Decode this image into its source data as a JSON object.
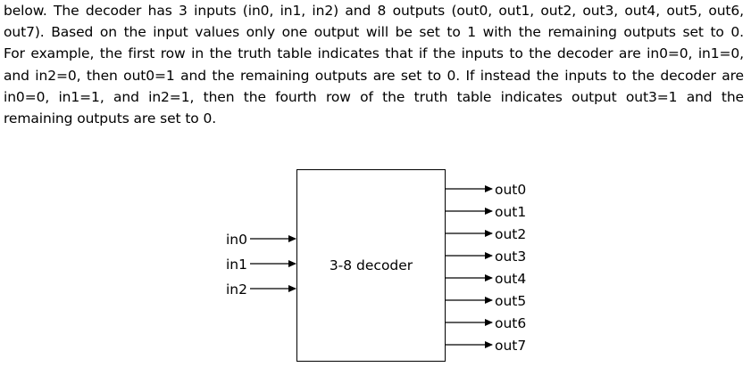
{
  "paragraph": {
    "lines": [
      "below. The decoder has 3 inputs (in0, in1, in2) and 8 outputs (out0, out1, out2, out3, out4, out5, out6,",
      "out7). Based on the input values only one output will be set to 1 with the remaining outputs set to 0.",
      "For example, the first row in the truth table indicates that if the inputs to the decoder are in0=0, in1=0,",
      "and in2=0, then out0=1 and the remaining outputs are set to 0. If instead the inputs to the decoder are",
      "in0=0, in1=1, and in2=1, then the fourth row of the truth table indicates output out3=1 and the",
      "remaining outputs are set to 0."
    ]
  },
  "diagram": {
    "block_label": "3-8 decoder",
    "inputs": [
      "in0",
      "in1",
      "in2"
    ],
    "outputs": [
      "out0",
      "out1",
      "out2",
      "out3",
      "out4",
      "out5",
      "out6",
      "out7"
    ]
  }
}
